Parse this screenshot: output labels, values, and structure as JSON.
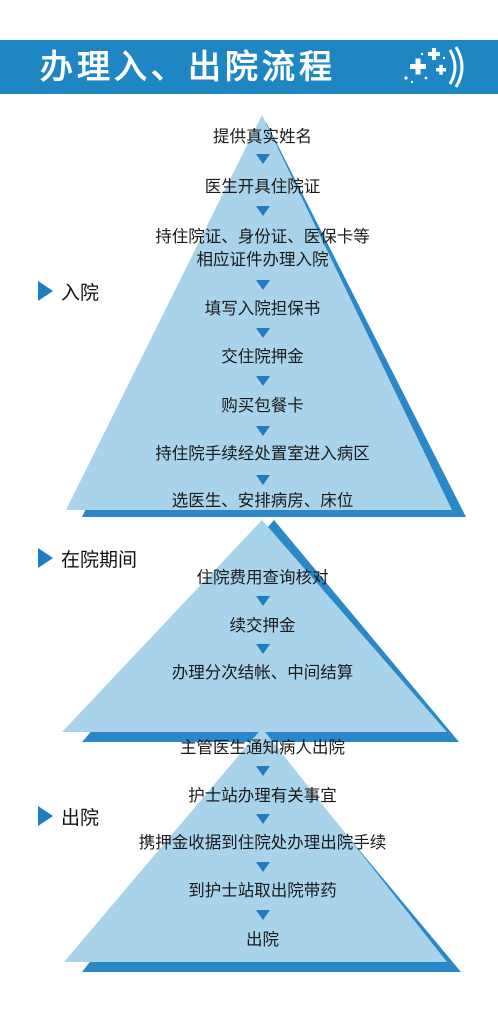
{
  "title": "办理入、出院流程",
  "colors": {
    "banner": "#1f86c4",
    "triangle_fill": "#a9d3ea",
    "triangle_shadow": "#2a88c8",
    "arrow": "#1f7cc0"
  },
  "sections": {
    "admission": "入院",
    "during_stay": "在院期间",
    "discharge": "出院"
  },
  "admission_steps": [
    "提供真实姓名",
    "医生开具住院证",
    "持住院证、身份证、医保卡等",
    "相应证件办理入院",
    "填写入院担保书",
    "交住院押金",
    "购买包餐卡",
    "持住院手续经处置室进入病区",
    "选医生、安排病房、床位"
  ],
  "stay_steps": [
    "住院费用查询核对",
    "续交押金",
    "办理分次结帐、中间结算"
  ],
  "discharge_steps": [
    "主管医生通知病人出院",
    "护士站办理有关事宜",
    "携押金收据到住院处办理出院手续",
    "到护士站取出院带药",
    "出院"
  ]
}
